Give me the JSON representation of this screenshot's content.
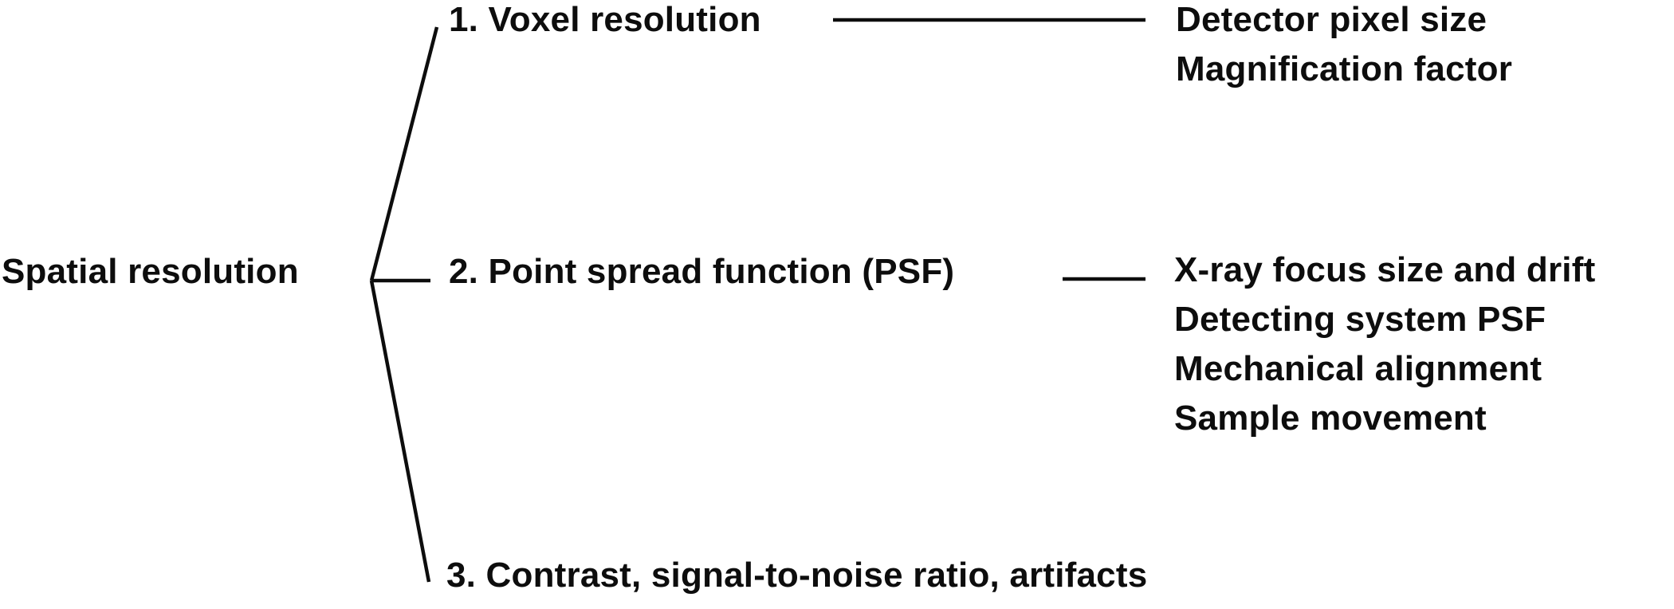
{
  "page": {
    "background_color": "#ffffff",
    "text_color": "#0d0d0d",
    "line_color": "#0d0d0d"
  },
  "diagram": {
    "root": {
      "label": "Spatial resolution"
    },
    "branches": [
      {
        "label": "1. Voxel resolution",
        "factors": [
          "Detector pixel size",
          "Magnification factor"
        ]
      },
      {
        "label": "2. Point spread function (PSF)",
        "factors": [
          "X-ray focus size and drift",
          "Detecting system PSF",
          "Mechanical alignment",
          "Sample movement"
        ]
      },
      {
        "label": "3. Contrast, signal-to-noise ratio, artifacts",
        "factors": []
      }
    ]
  }
}
